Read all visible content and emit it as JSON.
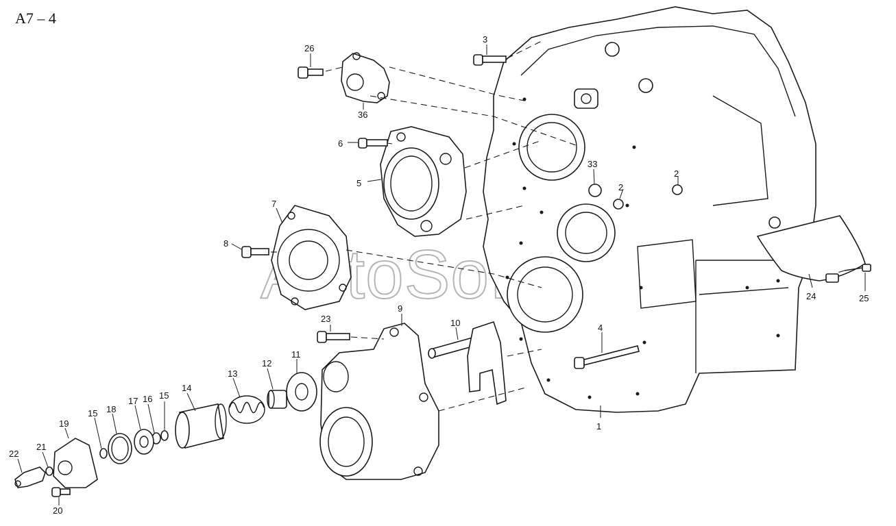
{
  "title": "A7 – 4",
  "watermark": "AutoSoft",
  "callouts": {
    "p1": "1",
    "p2a": "2",
    "p2b": "2",
    "p3": "3",
    "p4": "4",
    "p5": "5",
    "p6": "6",
    "p7": "7",
    "p8": "8",
    "p9": "9",
    "p10": "10",
    "p11": "11",
    "p12": "12",
    "p13": "13",
    "p14": "14",
    "p15a": "15",
    "p15b": "15",
    "p16": "16",
    "p17": "17",
    "p18": "18",
    "p19": "19",
    "p20": "20",
    "p21": "21",
    "p22": "22",
    "p23": "23",
    "p24": "24",
    "p25": "25",
    "p26": "26",
    "p33": "33",
    "p36": "36"
  }
}
